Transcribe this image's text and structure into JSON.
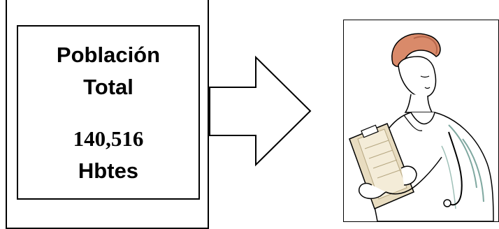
{
  "population_box": {
    "line1": "Población",
    "line2": "Total",
    "line3": "140,516",
    "line4": "Hbtes"
  },
  "arrow": {
    "direction": "right",
    "fill": "#ffffff",
    "stroke": "#000000"
  },
  "illustration": {
    "subject": "nurse-reading-clipboard",
    "hair_color": "#d98a6a"
  }
}
